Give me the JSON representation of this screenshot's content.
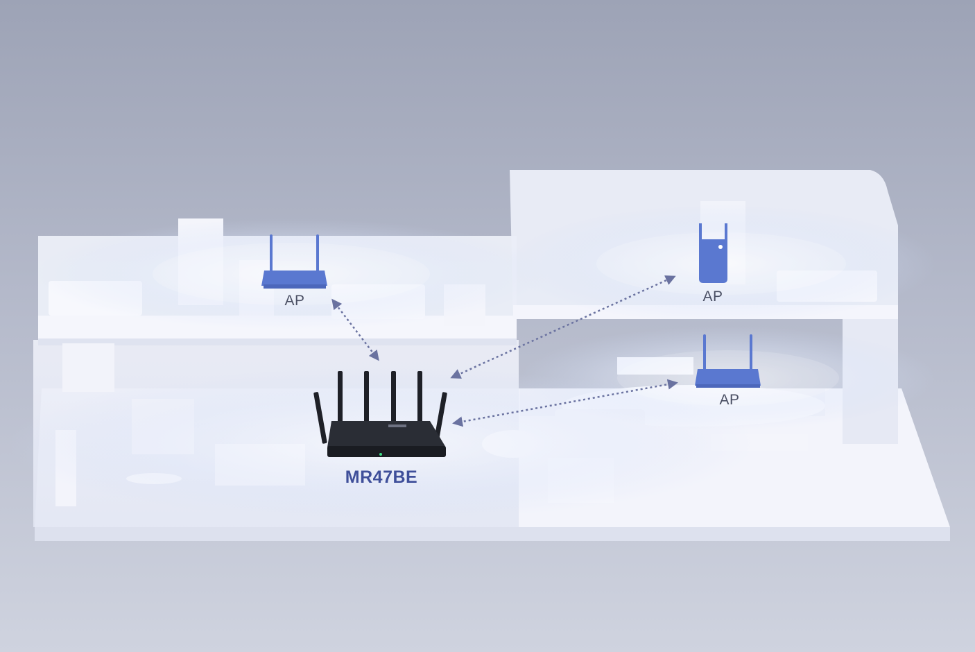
{
  "diagram": {
    "main_router": {
      "label": "MR47BE",
      "icon": "router-icon"
    },
    "access_points": [
      {
        "label": "AP",
        "icon": "router-icon"
      },
      {
        "label": "AP",
        "icon": "range-extender-icon"
      },
      {
        "label": "AP",
        "icon": "router-icon"
      }
    ],
    "colors": {
      "ap_blue": "#5a78d0",
      "router_body": "#1e2027",
      "link_line": "#6a72a0",
      "label_main": "#3f4f9a",
      "label_ap": "#4a4f63"
    }
  }
}
